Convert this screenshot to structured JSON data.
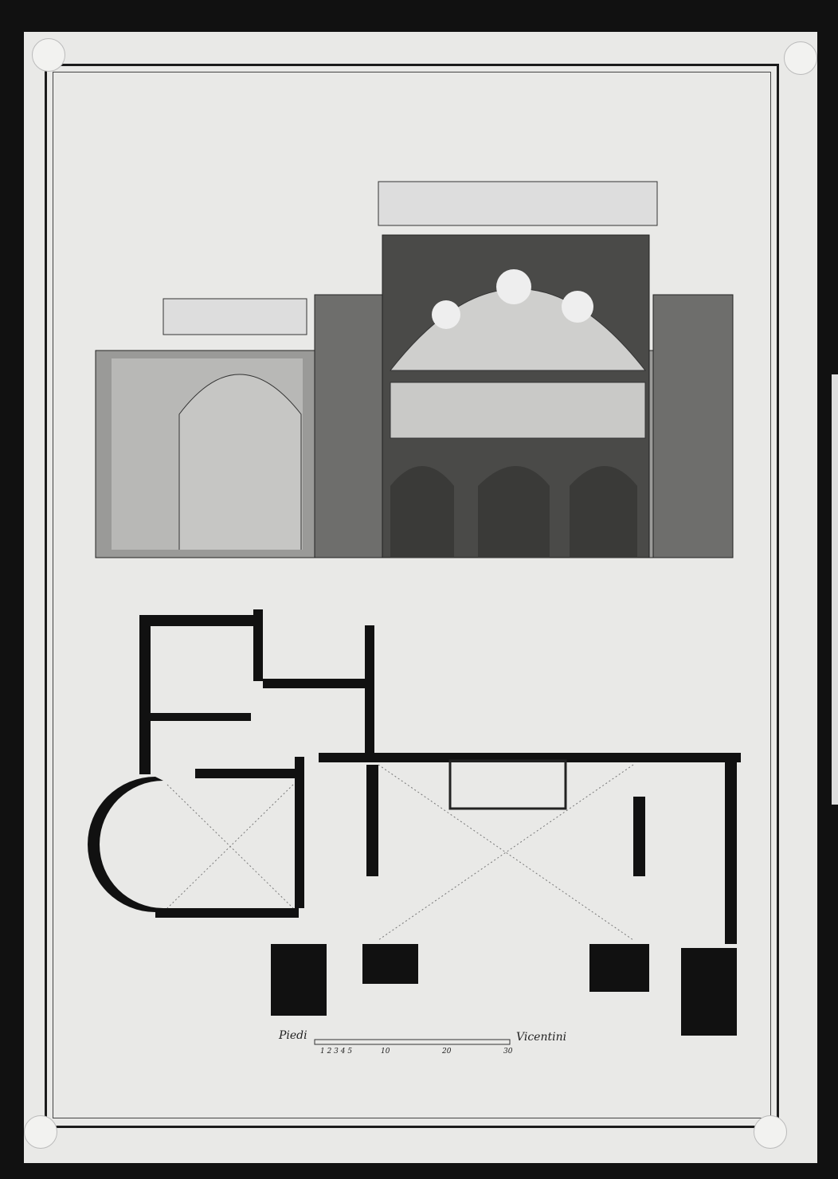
{
  "drawing": {
    "type": "architectural section and plan",
    "scale": {
      "left_label": "Piedi",
      "right_label": "Vicentini",
      "ticks": [
        "1 2 3 4 5",
        "10",
        "20",
        "30"
      ]
    }
  },
  "colors": {
    "paper": "#e9e9e7",
    "ink": "#1b1b1b",
    "background": "#111111",
    "wash": "#8a8a88"
  }
}
